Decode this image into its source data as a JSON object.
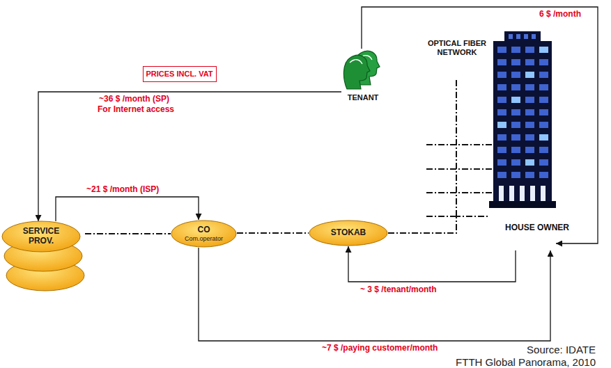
{
  "diagram": {
    "nodes": [
      {
        "text": [
          "PRICES INCL. VAT"
        ]
      },
      {
        "text": [
          "TENANT"
        ]
      },
      {
        "text": [
          "HOUSE OWNER"
        ]
      },
      {
        "text": [
          "SERVICE PROV."
        ]
      },
      {
        "text": [
          "CO",
          "Com.operator"
        ]
      },
      {
        "text": [
          "STOKAB"
        ]
      }
    ],
    "edges": [
      {
        "from": 1,
        "to": 2,
        "arrow": "to",
        "label": "6 $ /month"
      },
      {
        "from": 1,
        "to": 3,
        "arrow": "to",
        "label": "~36 $ /month (SP)"
      },
      {
        "from": 3,
        "to": 4,
        "arrow": "to",
        "label": "~21 $ /month (ISP)"
      },
      {
        "from": 2,
        "to": 5,
        "arrow": "to",
        "label": "~ 3 $ /tenant/month"
      },
      {
        "from": 4,
        "to": 2,
        "arrow": "to",
        "label": "~7 $ /paying customer/month"
      },
      {
        "from": 3,
        "to": 4,
        "arrow": "none"
      },
      {
        "from": 4,
        "to": 5,
        "arrow": "none"
      },
      {
        "from": 5,
        "to": 2,
        "arrow": "none"
      }
    ],
    "labels": [
      "For Internet access",
      "OPTICAL FIBER NETWORK",
      "Source: IDATE",
      "FTTH Global Panorama, 2010"
    ]
  }
}
